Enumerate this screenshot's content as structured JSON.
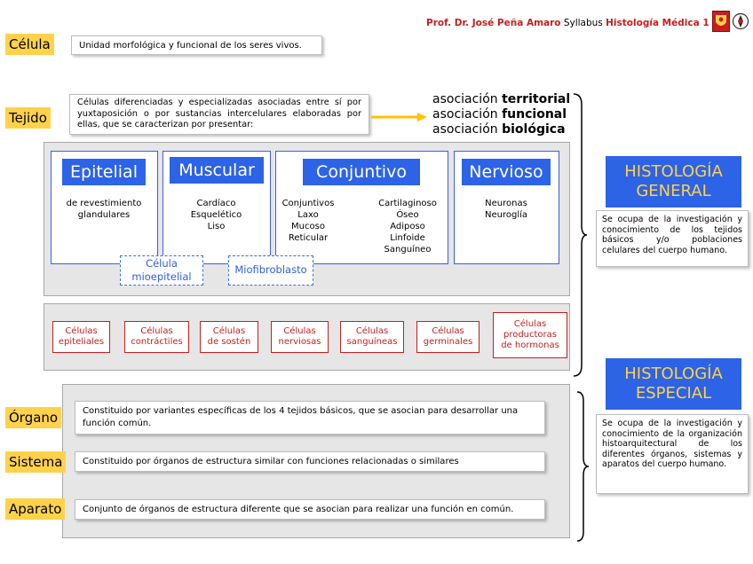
{
  "header": {
    "author": "Prof. Dr. José Peña Amaro",
    "syllabus": "Syllabus",
    "course": "Histología Médica 1"
  },
  "celula": {
    "label": "Célula",
    "definition": "Unidad morfológica y funcional de los seres vivos."
  },
  "tejido": {
    "label": "Tejido",
    "definition": "Células diferenciadas y especializadas asociadas entre sí por yuxtaposición o por sustancias intercelulares elaboradas por ellas, que se caracterizan por presentar:",
    "associations": [
      {
        "prefix": "asociación",
        "bold": "territorial"
      },
      {
        "prefix": "asociación",
        "bold": "funcional"
      },
      {
        "prefix": "asociación",
        "bold": "biológica"
      }
    ]
  },
  "tissues": {
    "epitelial": {
      "title": "Epitelial",
      "items": "de revestimiento\nglandulares"
    },
    "muscular": {
      "title": "Muscular",
      "items": "Cardíaco\nEsquelético\nLiso"
    },
    "conjuntivo": {
      "title": "Conjuntivo",
      "items_left": "Conjuntivos\nLaxo\nMucoso\nReticular",
      "items_right": "Cartilaginoso\nÓseo\nAdiposo\nLinfoide\nSanguíneo"
    },
    "nervioso": {
      "title": "Nervioso",
      "items": "Neuronas\nNeuroglía"
    }
  },
  "intermediate_cells": {
    "mioepitelial": "Célula\nmioepitelial",
    "miofibroblasto": "Miofibroblasto"
  },
  "cell_types": [
    "Células\nepiteliales",
    "Células\ncontráctiles",
    "Células\nde sostén",
    "Células\nnerviosas",
    "Células\nsanguíneas",
    "Células\ngerminales",
    "Células\nproductoras\nde hormonas"
  ],
  "levels": {
    "organo": {
      "label": "Órgano",
      "definition": "Constituido por variantes específicas de los 4 tejidos básicos, que se asocian para desarrollar una función común."
    },
    "sistema": {
      "label": "Sistema",
      "definition": "Constituido por órganos de estructura similar con funciones relacionadas o similares"
    },
    "aparato": {
      "label": "Aparato",
      "definition": "Conjunto de órganos de estructura diferente que se asocian para realizar una función en común."
    }
  },
  "histologia_general": {
    "title": "HISTOLOGÍA\nGENERAL",
    "description": "Se ocupa de la investigación y conocimiento de los tejidos básicos y/o poblaciones celulares del cuerpo humano."
  },
  "histologia_especial": {
    "title": "HISTOLOGÍA\nESPECIAL",
    "description": "Se ocupa de la investigación y conocimiento de la organización histoarquitectural de los diferentes órganos, sistemas y aparatos del cuerpo humano."
  },
  "colors": {
    "tag_yellow": "#ffd24a",
    "tissue_blue": "#2d63e6",
    "cell_red": "#c81e1e",
    "panel_gray": "#e6e6e6",
    "author_red": "#c81e1e"
  }
}
